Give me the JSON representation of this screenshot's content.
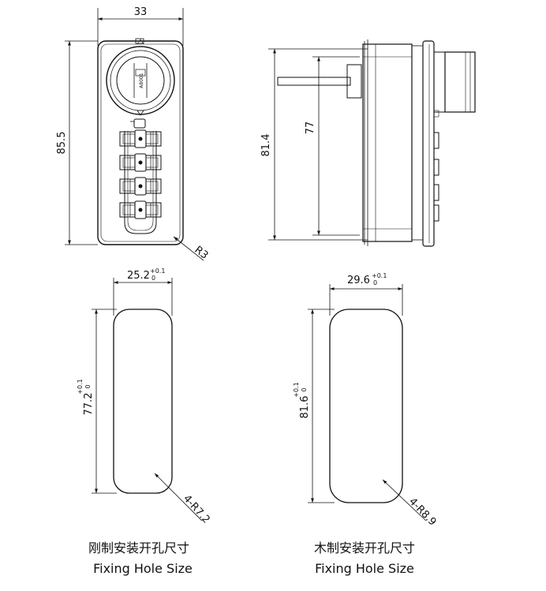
{
  "front_view": {
    "width_dim": "33",
    "height_dim": "85.5",
    "radius_dim": "R3",
    "dial_code": "A8001"
  },
  "side_view": {
    "overall_height_dim": "81.4",
    "inner_height_dim": "77"
  },
  "steel_hole": {
    "width_dim": "25.2",
    "width_tol_upper": "+0.1",
    "width_tol_lower": "0",
    "height_dim": "77.2",
    "height_tol_upper": "+0.1",
    "height_tol_lower": "0",
    "radius_dim": "4-R7.2",
    "caption_cn": "刚制安装开孔尺寸",
    "caption_en": "Fixing Hole Size"
  },
  "wood_hole": {
    "width_dim": "29.6",
    "width_tol_upper": "+0.1",
    "width_tol_lower": "0",
    "height_dim": "81.6",
    "height_tol_upper": "+0.1",
    "height_tol_lower": "0",
    "radius_dim": "4-R8.9",
    "caption_cn": "木制安装开孔尺寸",
    "caption_en": "Fixing Hole Size"
  }
}
